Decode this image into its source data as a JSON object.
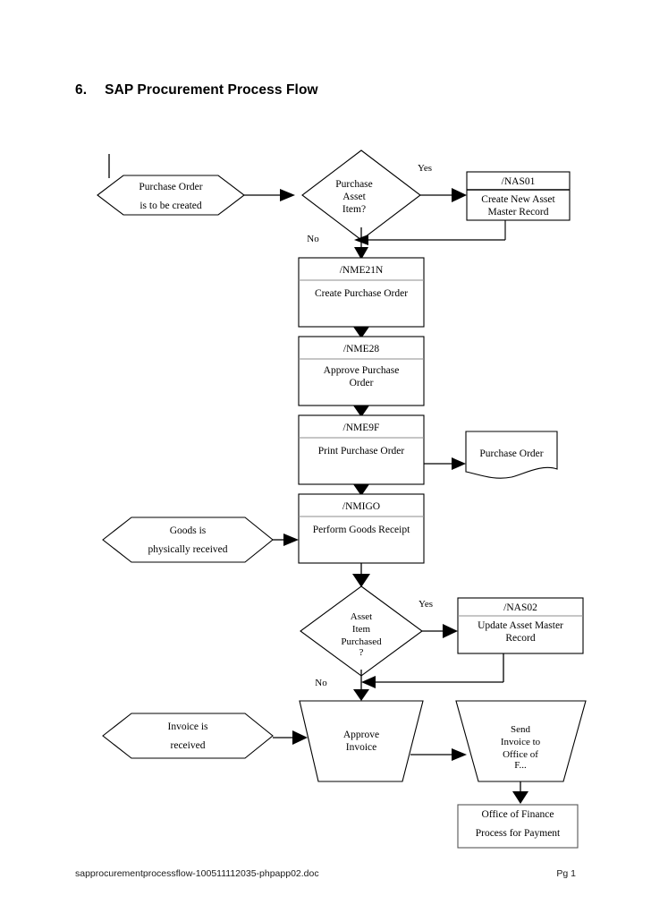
{
  "document": {
    "title": "6.  SAP Procurement Process Flow",
    "section_number": "6.",
    "section_title": "SAP Procurement Process Flow"
  },
  "footer": {
    "filename": "sapprocurementprocessflow-100511112035-phpapp02.doc",
    "page_label": "Pg 1"
  },
  "colors": {
    "stroke": "#000000",
    "divider_soft": "#8d8d8d",
    "background": "#ffffff",
    "text": "#000000"
  },
  "flowchart": {
    "type": "process-flow-diagram",
    "orientation": "top-to-bottom",
    "nodes": [
      {
        "id": "start-po",
        "shape": "hexagon",
        "lines": [
          "Purchase Order",
          "is to be created"
        ]
      },
      {
        "id": "decide-asset-item",
        "shape": "diamond",
        "lines": [
          "Purchase",
          "Asset",
          "Item?"
        ]
      },
      {
        "id": "nas01",
        "shape": "process-box",
        "header": "/NAS01",
        "lines": [
          "Create New Asset",
          "Master Record"
        ]
      },
      {
        "id": "nme21n",
        "shape": "process-box",
        "header": "/NME21N",
        "lines": [
          "Create Purchase Order"
        ]
      },
      {
        "id": "nme28",
        "shape": "process-box",
        "header": "/NME28",
        "lines": [
          "Approve Purchase",
          "Order"
        ]
      },
      {
        "id": "nme9f",
        "shape": "process-box",
        "header": "/NME9F",
        "lines": [
          "Print Purchase Order"
        ]
      },
      {
        "id": "doc-purchase-order",
        "shape": "document",
        "lines": [
          "Purchase Order"
        ]
      },
      {
        "id": "nmigo",
        "shape": "process-box",
        "header": "/NMIGO",
        "lines": [
          "Perform Goods Receipt"
        ]
      },
      {
        "id": "goods-received",
        "shape": "hexagon",
        "lines": [
          "Goods is",
          "physically received"
        ]
      },
      {
        "id": "decide-asset-purchased",
        "shape": "diamond",
        "lines": [
          "Asset",
          "Item",
          "Purchased",
          "?"
        ]
      },
      {
        "id": "nas02",
        "shape": "process-box",
        "header": "/NAS02",
        "lines": [
          "Update Asset Master",
          "Record"
        ]
      },
      {
        "id": "invoice-received",
        "shape": "hexagon",
        "lines": [
          "Invoice is",
          "received"
        ]
      },
      {
        "id": "approve-invoice",
        "shape": "trapezoid",
        "lines": [
          "Approve",
          "Invoice"
        ]
      },
      {
        "id": "send-invoice",
        "shape": "trapezoid",
        "lines": [
          "Send",
          "Invoice to",
          "Office of",
          "F..."
        ]
      },
      {
        "id": "office-finance",
        "shape": "box",
        "lines": [
          "Office of Finance",
          "Process for Payment"
        ]
      }
    ],
    "edge_labels": {
      "yes_top": "Yes",
      "no_top": "No",
      "yes_bottom": "Yes",
      "no_bottom": "No"
    }
  }
}
